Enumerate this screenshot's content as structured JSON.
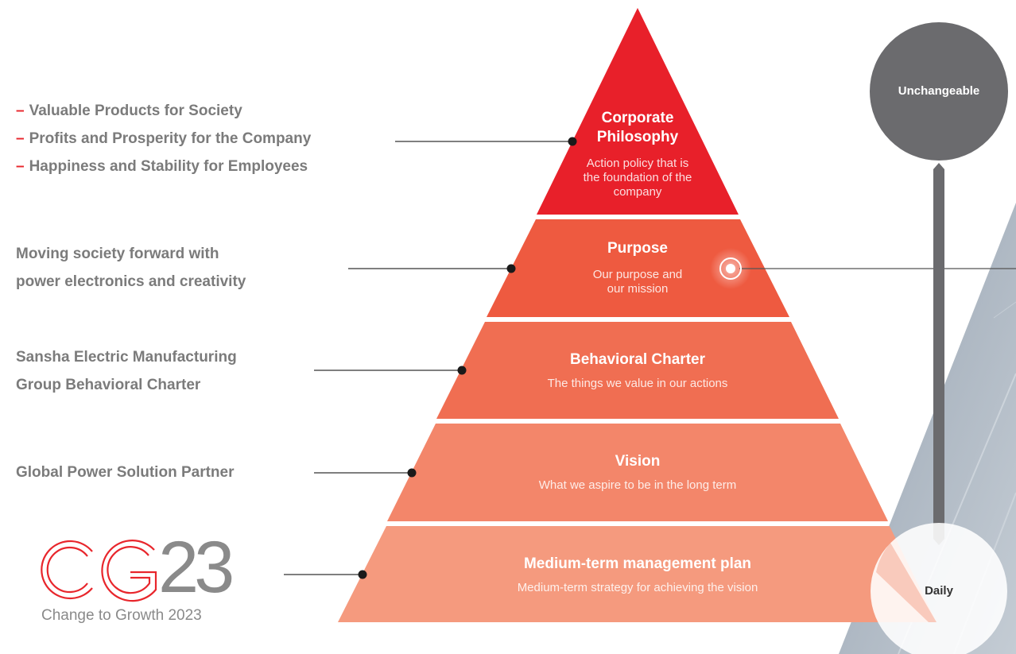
{
  "pyramid": {
    "tiers": [
      {
        "title": "Corporate Philosophy",
        "title_lines": [
          "Corporate",
          "Philosophy"
        ],
        "description_lines": [
          "Action policy that is",
          "the foundation of the",
          "company"
        ],
        "color": "#e8202a"
      },
      {
        "title": "Purpose",
        "description_lines": [
          "Our purpose and",
          "our mission"
        ],
        "color": "#ee5a40"
      },
      {
        "title": "Behavioral Charter",
        "description_lines": [
          "The things we value in our actions"
        ],
        "color": "#f06e52"
      },
      {
        "title": "Vision",
        "description_lines": [
          "What we aspire to be in the long term"
        ],
        "color": "#f3866a"
      },
      {
        "title": "Medium-term management plan",
        "description_lines": [
          "Medium-term strategy for achieving the vision"
        ],
        "color": "#f59a7e"
      }
    ]
  },
  "left_labels": {
    "philosophy_bullets": [
      "Valuable Products for Society",
      "Profits and Prosperity for the Company",
      "Happiness and Stability for Employees"
    ],
    "purpose": [
      "Moving society forward with",
      "power electronics and creativity"
    ],
    "charter": [
      "Sansha Electric Manufacturing",
      "Group Behavioral Charter"
    ],
    "vision": [
      "Global Power Solution Partner"
    ]
  },
  "logo": {
    "main_letters": "CG",
    "main_number": "23",
    "tagline": "Change to Growth 2023",
    "accent": "#e8262c",
    "gray": "#8a8a8a"
  },
  "scale": {
    "top_label": "Unchangeable",
    "bottom_label": "Daily",
    "top_color": "#6b6b6e",
    "bar_color": "#6b6b6e"
  },
  "colors": {
    "connector": "#333333",
    "label_gray": "#7b7b7b",
    "dash_red": "#e8262c"
  }
}
